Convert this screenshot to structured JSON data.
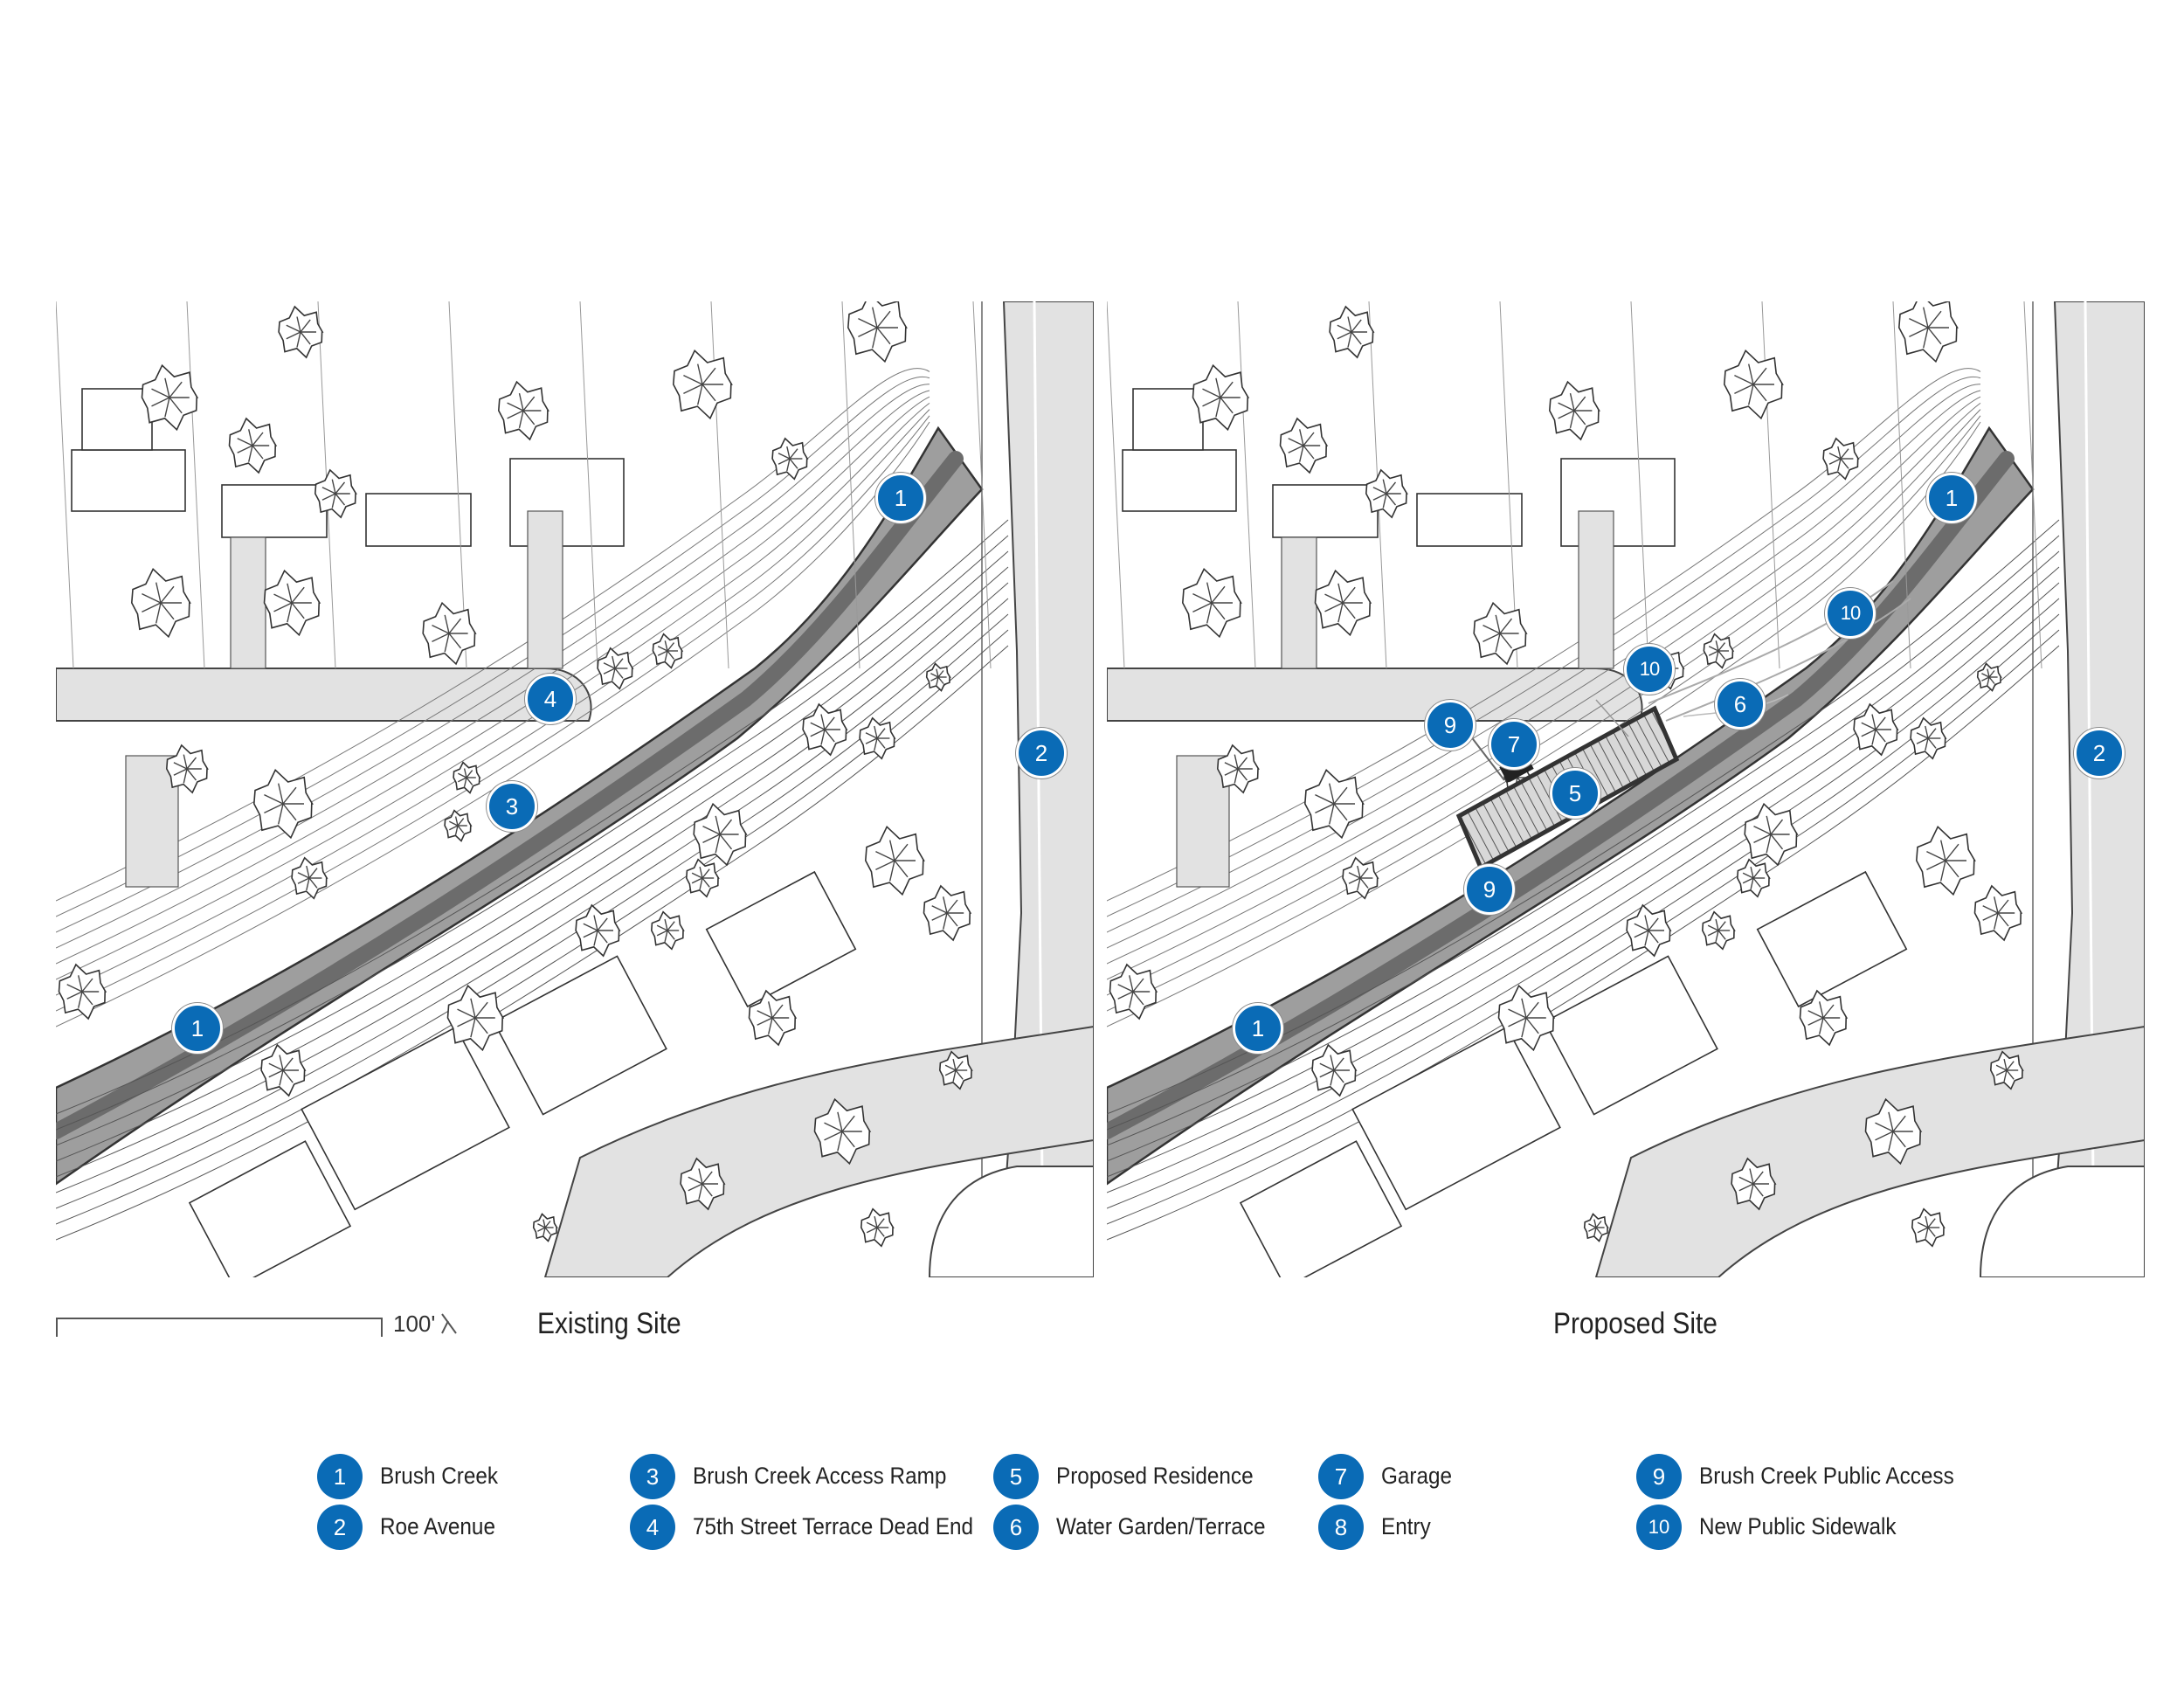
{
  "existing_site": {
    "caption": "Existing Site",
    "markers": [
      {
        "id": "1",
        "label": "1"
      },
      {
        "id": "2",
        "label": "2"
      },
      {
        "id": "3",
        "label": "3"
      },
      {
        "id": "4",
        "label": "4"
      },
      {
        "id": "1b",
        "label": "1"
      }
    ]
  },
  "proposed_site": {
    "caption": "Proposed Site",
    "markers": [
      {
        "id": "1",
        "label": "1"
      },
      {
        "id": "10a",
        "label": "10"
      },
      {
        "id": "10b",
        "label": "10"
      },
      {
        "id": "6",
        "label": "6"
      },
      {
        "id": "9a",
        "label": "9"
      },
      {
        "id": "7",
        "label": "7"
      },
      {
        "id": "5",
        "label": "5"
      },
      {
        "id": "9b",
        "label": "9"
      },
      {
        "id": "2",
        "label": "2"
      },
      {
        "id": "1b",
        "label": "1"
      }
    ]
  },
  "scale": {
    "label": "100'"
  },
  "legend": [
    {
      "num": "1",
      "text": "Brush Creek"
    },
    {
      "num": "2",
      "text": "Roe Avenue"
    },
    {
      "num": "3",
      "text": "Brush Creek Access Ramp"
    },
    {
      "num": "4",
      "text": "75th Street Terrace Dead End"
    },
    {
      "num": "5",
      "text": "Proposed Residence"
    },
    {
      "num": "6",
      "text": "Water Garden/Terrace"
    },
    {
      "num": "7",
      "text": "Garage"
    },
    {
      "num": "8",
      "text": "Entry"
    },
    {
      "num": "9",
      "text": "Brush Creek Public Access"
    },
    {
      "num": "10",
      "text": "New Public Sidewalk"
    }
  ],
  "colors": {
    "marker": "#0a6bb6",
    "creek": "#9e9e9e",
    "paving": "#e2e2e2"
  }
}
